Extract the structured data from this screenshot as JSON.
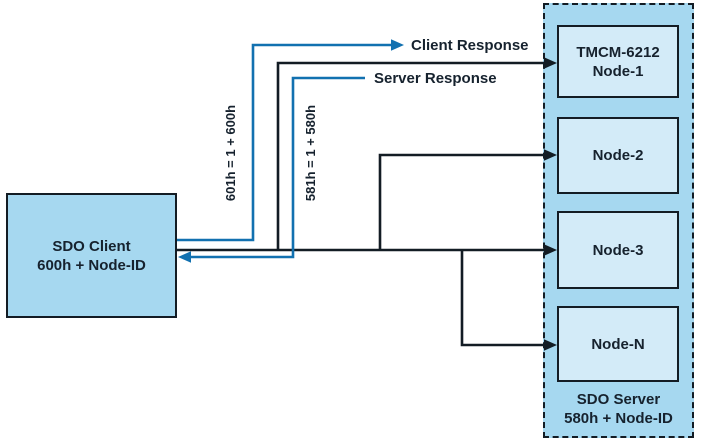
{
  "diagram": {
    "client_box": {
      "line1": "SDO Client",
      "line2": "600h + Node-ID"
    },
    "server_group": {
      "nodes": [
        {
          "lines": [
            "TMCM-6212",
            "Node-1"
          ]
        },
        {
          "lines": [
            "Node-2"
          ]
        },
        {
          "lines": [
            "Node-3"
          ]
        },
        {
          "lines": [
            "Node-N"
          ]
        }
      ],
      "label_line1": "SDO Server",
      "label_line2": "580h + Node-ID"
    },
    "labels": {
      "client_response": "Client Response",
      "server_response": "Server Response",
      "client_cob_id": "601h = 1 + 600h",
      "server_cob_id": "581h = 1 + 580h"
    },
    "colors": {
      "container_fill": "#a6d8f0",
      "node_fill": "#d3ebf8",
      "line_black": "#131c24",
      "accent_blue": "#1271b0",
      "text_dark": "#16222e",
      "background": "#ffffff"
    }
  }
}
